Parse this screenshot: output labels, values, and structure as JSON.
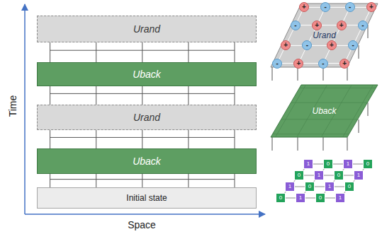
{
  "diagram": {
    "nodes": [
      {
        "text": [
          "Urand"
        ]
      },
      {
        "text": [
          "Uback"
        ]
      },
      {
        "text": [
          "Urand"
        ]
      },
      {
        "text": [
          "Uback"
        ]
      },
      {
        "text": [
          "Initial state"
        ]
      },
      {
        "text": [
          "Urand"
        ]
      },
      {
        "text": [
          "+"
        ],
        "in": 5
      },
      {
        "text": [
          "-"
        ],
        "in": 5
      },
      {
        "text": [
          "-"
        ],
        "in": 5
      },
      {
        "text": [
          "+"
        ],
        "in": 5
      },
      {
        "text": [
          "-"
        ],
        "in": 5
      },
      {
        "text": [
          "+"
        ],
        "in": 5
      },
      {
        "text": [
          "+"
        ],
        "in": 5
      },
      {
        "text": [
          "-"
        ],
        "in": 5
      },
      {
        "text": [
          "+"
        ],
        "in": 5
      },
      {
        "text": [
          "-"
        ],
        "in": 5
      },
      {
        "text": [
          "+"
        ],
        "in": 5
      },
      {
        "text": [
          "-"
        ],
        "in": 5
      },
      {
        "text": [
          "-"
        ],
        "in": 5
      },
      {
        "text": [
          "+"
        ],
        "in": 5
      },
      {
        "text": [
          "-"
        ],
        "in": 5
      },
      {
        "text": [
          "+"
        ],
        "in": 5
      },
      {
        "text": [
          "Uback"
        ]
      },
      {
        "text": [
          "1"
        ]
      },
      {
        "text": [
          "0"
        ]
      },
      {
        "text": [
          "1"
        ]
      },
      {
        "text": [
          "0"
        ]
      },
      {
        "text": [
          "0"
        ]
      },
      {
        "text": [
          "1"
        ]
      },
      {
        "text": [
          "0"
        ]
      },
      {
        "text": [
          "1"
        ]
      },
      {
        "text": [
          "1"
        ]
      },
      {
        "text": [
          "0"
        ]
      },
      {
        "text": [
          "1"
        ]
      },
      {
        "text": [
          "0"
        ]
      },
      {
        "text": [
          "0"
        ]
      },
      {
        "text": [
          "1"
        ]
      },
      {
        "text": [
          "0"
        ]
      },
      {
        "text": [
          "1"
        ]
      }
    ],
    "edges": [
      {
        "from": 4,
        "to": 3,
        "arrow": "none"
      },
      {
        "from": 3,
        "to": 2,
        "arrow": "none"
      },
      {
        "from": 2,
        "to": 1,
        "arrow": "none"
      },
      {
        "from": 1,
        "to": 0,
        "arrow": "none"
      },
      {
        "from": 23,
        "to": 24,
        "arrow": "none"
      },
      {
        "from": 24,
        "to": 25,
        "arrow": "none"
      },
      {
        "from": 25,
        "to": 26,
        "arrow": "none"
      },
      {
        "from": 27,
        "to": 28,
        "arrow": "none"
      },
      {
        "from": 28,
        "to": 29,
        "arrow": "none"
      },
      {
        "from": 29,
        "to": 30,
        "arrow": "none"
      },
      {
        "from": 31,
        "to": 32,
        "arrow": "none"
      },
      {
        "from": 32,
        "to": 33,
        "arrow": "none"
      },
      {
        "from": 33,
        "to": 34,
        "arrow": "none"
      },
      {
        "from": 35,
        "to": 36,
        "arrow": "none"
      },
      {
        "from": 36,
        "to": 37,
        "arrow": "none"
      },
      {
        "from": 37,
        "to": 38,
        "arrow": "none"
      },
      {
        "from": 23,
        "to": 27,
        "arrow": "none"
      },
      {
        "from": 24,
        "to": 28,
        "arrow": "none"
      },
      {
        "from": 25,
        "to": 29,
        "arrow": "none"
      },
      {
        "from": 26,
        "to": 30,
        "arrow": "none"
      },
      {
        "from": 27,
        "to": 31,
        "arrow": "none"
      },
      {
        "from": 28,
        "to": 32,
        "arrow": "none"
      },
      {
        "from": 29,
        "to": 33,
        "arrow": "none"
      },
      {
        "from": 30,
        "to": 34,
        "arrow": "none"
      },
      {
        "from": 31,
        "to": 35,
        "arrow": "none"
      },
      {
        "from": 32,
        "to": 36,
        "arrow": "none"
      },
      {
        "from": 33,
        "to": 37,
        "arrow": "none"
      },
      {
        "from": 34,
        "to": 38,
        "arrow": "none"
      }
    ],
    "labels": [
      "Time",
      "Space"
    ]
  }
}
